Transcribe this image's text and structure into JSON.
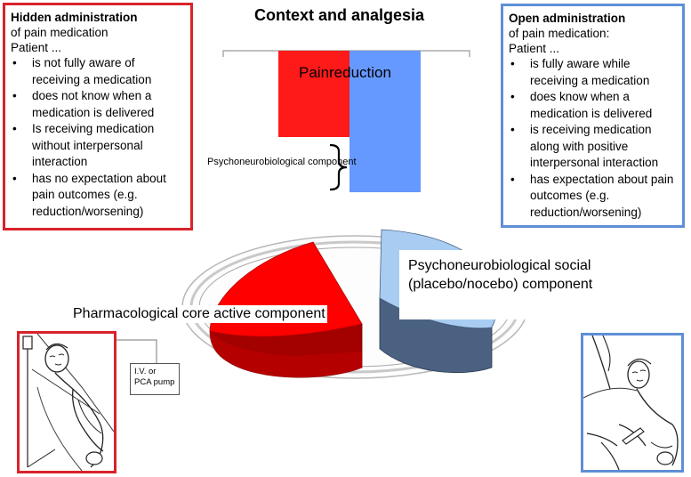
{
  "title": "Context and analgesia",
  "hidden_box": {
    "heading": "Hidden administration",
    "subheading": "of pain medication",
    "patient": "Patient ...",
    "bullets": [
      "is not fully aware of receiving a medication",
      "does not know when a medication is delivered",
      "Is receiving medication without interpersonal interaction",
      "has no expectation about pain outcomes (e.g. reduction/worsening)"
    ]
  },
  "open_box": {
    "heading": "Open administration",
    "subheading": "of pain medication:",
    "patient": "Patient ...",
    "bullets": [
      "is fully aware while receiving a medication",
      "does know when a medication is delivered",
      "is receiving medication along with positive interpersonal interaction",
      "has expectation about pain outcomes (e.g. reduction/worsening)"
    ]
  },
  "bar_chart": {
    "label": "Painreduction",
    "brace_label": "Psychoneurobiological component",
    "bars": [
      {
        "value": 0.61,
        "color": "#ff1a1a"
      },
      {
        "value": 1.0,
        "color": "#6699ff"
      }
    ]
  },
  "pie": {
    "social_label": "Psychoneurobiological social (placebo/nocebo) component",
    "core_label": "Pharmacological core active component",
    "colors": {
      "red_top": "#ff0000",
      "red_side": "#a30000",
      "blue_top": "#a9cdf2",
      "blue_side": "#4a6181"
    }
  },
  "pump_label": "I.V. or PCA pump",
  "colors": {
    "hidden": "#d9232b",
    "open": "#5f8fd6"
  }
}
